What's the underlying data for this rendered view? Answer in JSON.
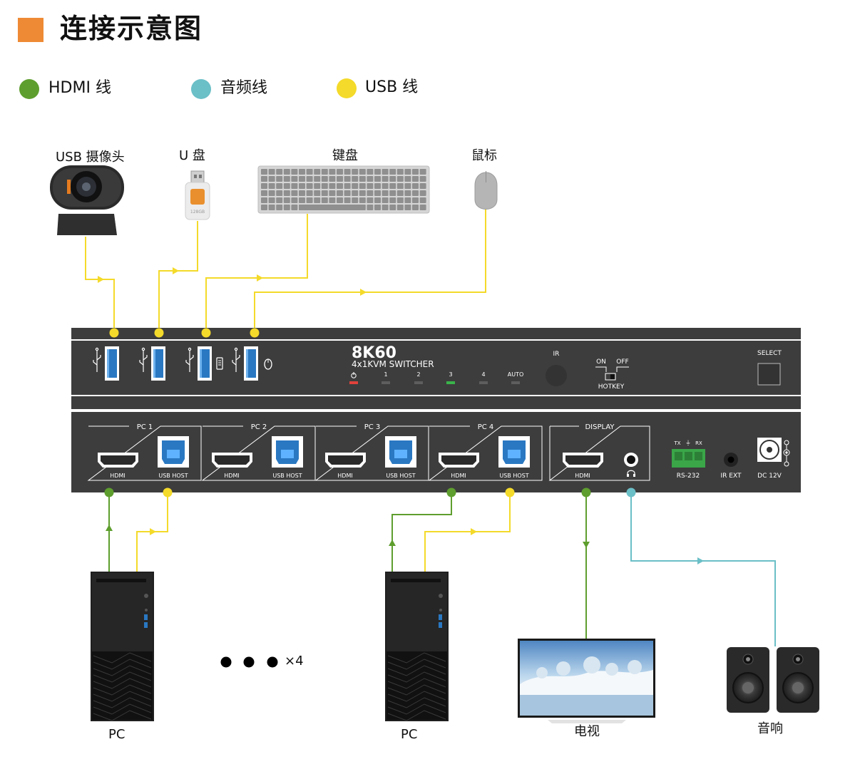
{
  "title": "连接示意图",
  "colors": {
    "accent": "#EE8A35",
    "hdmi": "#5E9E2E",
    "audio": "#6BBFC7",
    "usb": "#F4DA2A",
    "panel": "#3D3D3D"
  },
  "legend": [
    {
      "label": "HDMI 线",
      "color": "#5E9E2E"
    },
    {
      "label": "音频线",
      "color": "#6BBFC7"
    },
    {
      "label": "USB 线",
      "color": "#F4DA2A"
    }
  ],
  "peripherals": {
    "webcam": "USB 摄像头",
    "udisk": "U 盘",
    "udisk_text": "128GB",
    "keyboard": "键盘",
    "mouse": "鼠标"
  },
  "front_panel": {
    "brand": "8K60",
    "model": "4x1KVM SWITCHER",
    "indicators": [
      "1",
      "2",
      "3",
      "4",
      "AUTO"
    ],
    "ir": "IR",
    "hotkey_on": "ON",
    "hotkey_off": "OFF",
    "hotkey": "HOTKEY",
    "select": "SELECT"
  },
  "rear_panel": {
    "groups": [
      {
        "label": "PC 1",
        "hdmi": "HDMI",
        "usb": "USB HOST"
      },
      {
        "label": "PC 2",
        "hdmi": "HDMI",
        "usb": "USB HOST"
      },
      {
        "label": "PC 3",
        "hdmi": "HDMI",
        "usb": "USB HOST"
      },
      {
        "label": "PC 4",
        "hdmi": "HDMI",
        "usb": "USB HOST"
      }
    ],
    "display": {
      "label": "DISPLAY",
      "hdmi": "HDMI"
    },
    "rs232": {
      "pins": [
        "TX",
        "⏚",
        "RX"
      ],
      "label": "RS-232"
    },
    "ir_ext": "IR EXT",
    "dc": "DC 12V"
  },
  "bottom": {
    "pc1": "PC",
    "pc2": "PC",
    "multiplier": "×4",
    "tv": "电视",
    "speaker": "音响"
  }
}
